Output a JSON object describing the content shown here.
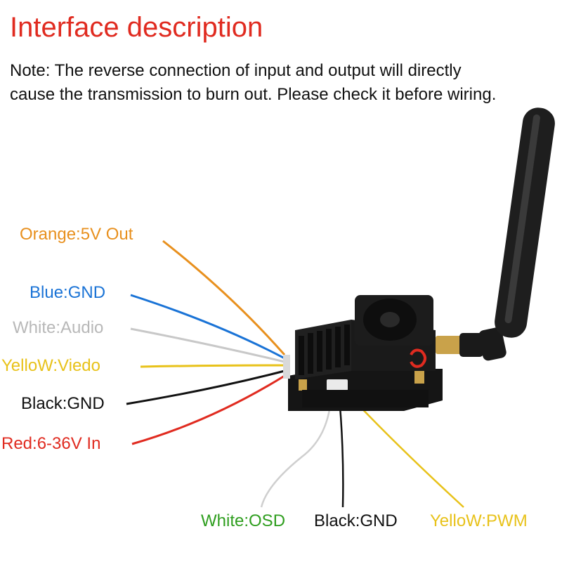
{
  "header": {
    "title": "Interface description",
    "note_line1": "Note: The reverse connection of input and output will directly",
    "note_line2": "cause the transmission to burn out. Please check it before wiring."
  },
  "left_wires": [
    {
      "label": "Orange:5V Out",
      "color": "#e8901e"
    },
    {
      "label": "Blue:GND",
      "color": "#1a73d6"
    },
    {
      "label": "White:Audio",
      "color": "#b8b8b8"
    },
    {
      "label": "YelloW:Viedo",
      "color": "#e8c21a"
    },
    {
      "label": "Black:GND",
      "color": "#111111"
    },
    {
      "label": "Red:6-36V In",
      "color": "#e02b20"
    }
  ],
  "bottom_wires": [
    {
      "label": "White:OSD",
      "color": "#2f9e1f"
    },
    {
      "label": "Black:GND",
      "color": "#111111"
    },
    {
      "label": "YelloW:PWM",
      "color": "#e8c21a"
    }
  ],
  "colors": {
    "title": "#e02b20",
    "heatsink": "#1c1c1c",
    "antenna": "#1a1a1a",
    "connector_gold": "#c9a24a"
  }
}
